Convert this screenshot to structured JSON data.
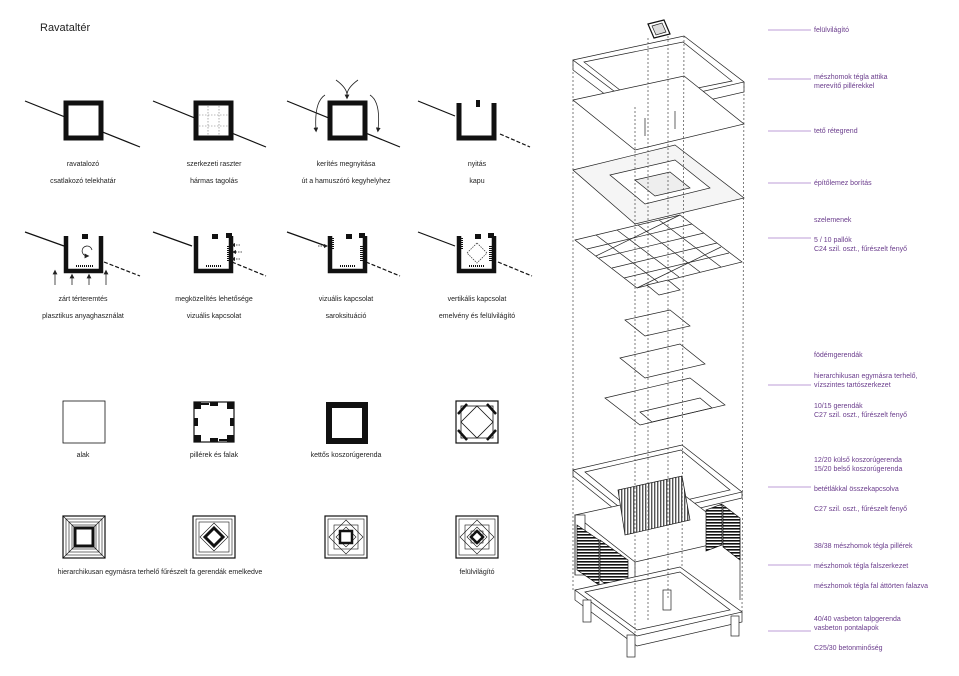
{
  "title": "Ravataltér",
  "diagrams": [
    {
      "line1": "ravatalozó",
      "line2": "csatlakozó telekhatár"
    },
    {
      "line1": "szerkezeti raszter",
      "line2": "hármas tagolás"
    },
    {
      "line1": "kerítés megnyitása",
      "line2": "út a hamuszóró kegyhelyhez"
    },
    {
      "line1": "nyitás",
      "line2": "kapu"
    },
    {
      "line1": "zárt térteremtés",
      "line2": "plasztikus anyaghasználat"
    },
    {
      "line1": "megközelítés lehetősége",
      "line2": "vizuális kapcsolat"
    },
    {
      "line1": "vizuális kapcsolat",
      "line2": "saroksituáció"
    },
    {
      "line1": "vertikális kapcsolat",
      "line2": "emelvény és felülvilágító"
    },
    {
      "line1": "alak"
    },
    {
      "line1": "pillérek és falak"
    },
    {
      "line1": "kettős koszorúgerenda"
    },
    {
      "line1": ""
    },
    {
      "line1": "hierarchikusan egymásra terhelő fűrészelt fa gerendák emelkedve"
    },
    {
      "line1": ""
    },
    {
      "line1": ""
    },
    {
      "line1": "felülvilágító"
    }
  ],
  "annotations": [
    {
      "lines": [
        "felülvilágító"
      ]
    },
    {
      "lines": [
        "mészhomok tégla attika",
        "merevítő pillérekkel"
      ]
    },
    {
      "lines": [
        "tető rétegrend"
      ]
    },
    {
      "lines": [
        "építőlemez borítás"
      ]
    },
    {
      "lines": [
        "szelemenek"
      ]
    },
    {
      "lines": [
        "5 / 10 pallók",
        "C24 szil. oszt., fűrészelt fenyő"
      ]
    },
    {
      "lines": [
        "födémgerendák"
      ]
    },
    {
      "lines": [
        "hierarchikusan egymásra terhelő,",
        "vízszintes tartószerkezet"
      ]
    },
    {
      "lines": [
        "10/15 gerendák",
        "C27 szil. oszt., fűrészelt fenyő"
      ]
    },
    {
      "lines": [
        "12/20 külső koszorúgerenda",
        "15/20 belső koszorúgerenda"
      ]
    },
    {
      "lines": [
        "betétlákkal összekapcsolva"
      ]
    },
    {
      "lines": [
        "C27 szil. oszt., fűrészelt fenyő"
      ]
    },
    {
      "lines": [
        "38/38 mészhomok tégla pillérek"
      ]
    },
    {
      "lines": [
        "mészhomok tégla falszerkezet"
      ]
    },
    {
      "lines": [
        "mészhomok tégla fal áttörten falazva"
      ]
    },
    {
      "lines": [
        "40/40 vasbeton talpgerenda",
        "vasbeton pontalapok"
      ]
    },
    {
      "lines": [
        "C25/30 betonminőség"
      ]
    }
  ],
  "colors": {
    "accent": "#7b3fb0",
    "ink": "#111111",
    "guide": "#444444"
  }
}
